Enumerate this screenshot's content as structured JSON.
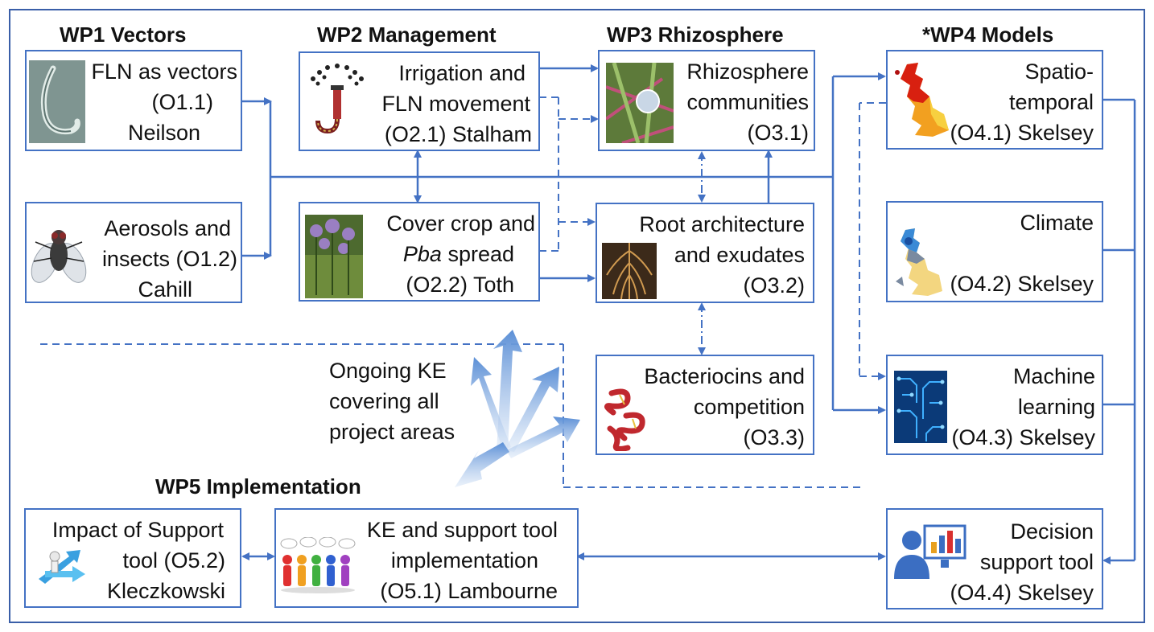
{
  "colors": {
    "frame": "#3a5fa8",
    "box_border": "#4472c4",
    "arrow": "#4472c4"
  },
  "wp_titles": {
    "wp1": "WP1 Vectors",
    "wp2": "WP2 Management",
    "wp3": "WP3 Rhizosphere",
    "wp4": "*WP4 Models",
    "wp5": "WP5 Implementation"
  },
  "boxes": {
    "o1_1": {
      "l1": "FLN as vectors",
      "l2": "(O1.1)",
      "l3": "Neilson",
      "icon": "nematode-image"
    },
    "o1_2": {
      "l1": "Aerosols and",
      "l2": "insects (O1.2)",
      "l3": "Cahill",
      "icon": "fly-image"
    },
    "o2_1": {
      "l1": "Irrigation and",
      "l2": "FLN movement",
      "l3": "(O2.1) Stalham",
      "icon": "sprinkler-icon"
    },
    "o2_2": {
      "l1": "Cover crop and",
      "l2_italic": "Pba",
      "l2_rest": " spread",
      "l3": "(O2.2) Toth",
      "icon": "cover-crop-image"
    },
    "o3_1": {
      "l1": "Rhizosphere",
      "l2": "communities",
      "l3": "(O3.1)",
      "icon": "rhizosphere-image"
    },
    "o3_2": {
      "l1": "Root architecture",
      "l2": "and exudates",
      "l3": "(O3.2)",
      "icon": "root-image"
    },
    "o3_3": {
      "l1": "Bacteriocins and",
      "l2": "competition",
      "l3": "(O3.3)",
      "icon": "protein-image"
    },
    "o4_1": {
      "l1": "Spatio-",
      "l2": "temporal",
      "l3": "(O4.1) Skelsey",
      "icon": "heatmap-uk-image"
    },
    "o4_2": {
      "l1": "Climate",
      "l2": "",
      "l3": "(O4.2) Skelsey",
      "icon": "climate-uk-image"
    },
    "o4_3": {
      "l1": "Machine",
      "l2": "learning",
      "l3": "(O4.3) Skelsey",
      "icon": "circuit-image"
    },
    "o4_4": {
      "l1": "Decision",
      "l2": "support tool",
      "l3": "(O4.4) Skelsey",
      "icon": "user-chart-icon"
    },
    "o5_1": {
      "l1": "KE and support tool",
      "l2": "implementation",
      "l3": "(O5.1) Lambourne",
      "icon": "people-icon"
    },
    "o5_2": {
      "l1": "Impact of Support",
      "l2": "tool (O5.2)",
      "l3": "Kleczkowski",
      "icon": "arrows-person-icon"
    }
  },
  "ke_note": {
    "l1": "Ongoing KE",
    "l2": "covering all",
    "l3": "project areas",
    "icon": "radiating-arrows-icon"
  }
}
